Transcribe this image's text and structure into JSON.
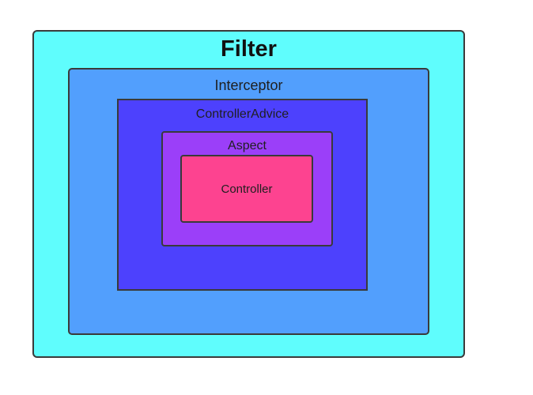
{
  "diagram": {
    "layers": {
      "filter": {
        "label": "Filter",
        "color": "#5ffdfd"
      },
      "interceptor": {
        "label": "Interceptor",
        "color": "#529ffd"
      },
      "advice": {
        "label": "ControllerAdvice",
        "color": "#4d41fd"
      },
      "aspect": {
        "label": "Aspect",
        "color": "#9b3ff9"
      },
      "controller": {
        "label": "Controller",
        "color": "#fd4390"
      }
    }
  }
}
